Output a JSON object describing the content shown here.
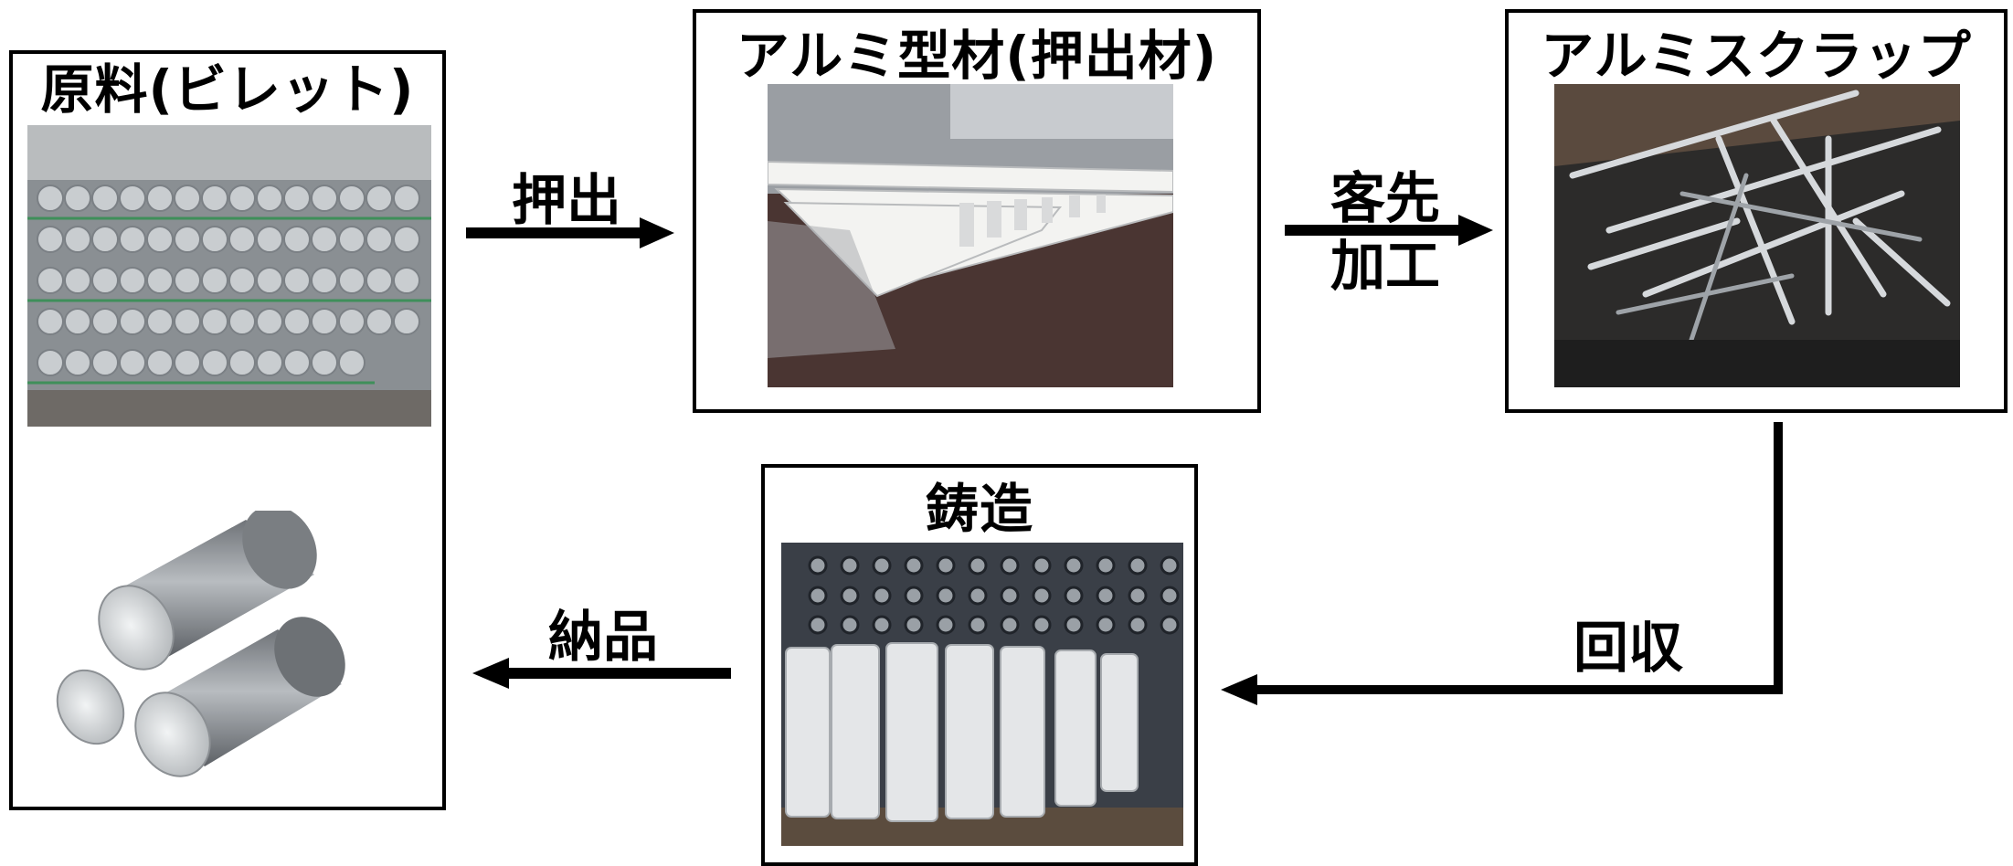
{
  "nodes": {
    "billet": {
      "title": "原料(ビレット)"
    },
    "extrusion": {
      "title": "アルミ型材(押出材)"
    },
    "scrap": {
      "title": "アルミスクラップ"
    },
    "casting": {
      "title": "鋳造"
    }
  },
  "edges": {
    "extrude": {
      "label": "押出"
    },
    "customer_processing": {
      "label_line1": "客先",
      "label_line2": "加工"
    },
    "recovery": {
      "label": "回収"
    },
    "delivery": {
      "label": "納品"
    }
  }
}
